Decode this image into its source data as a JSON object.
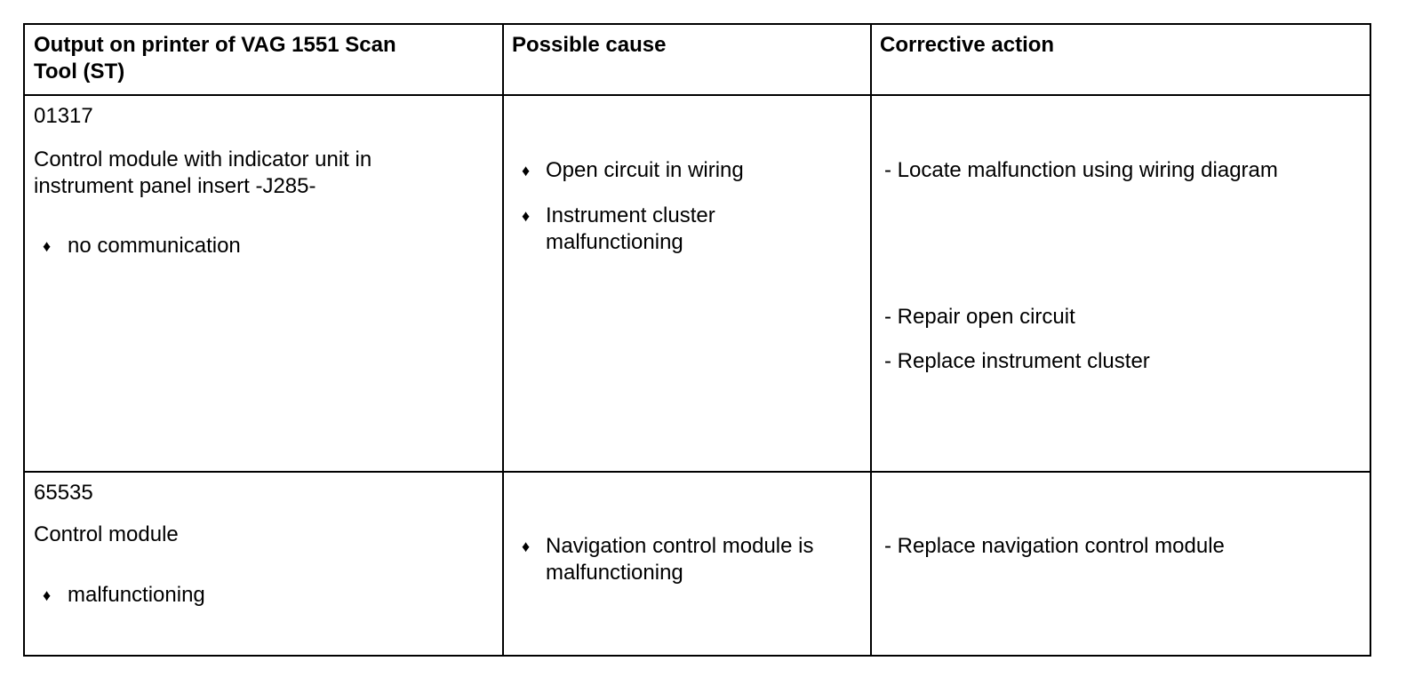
{
  "header": {
    "col1": [
      "Output on printer of VAG 1551 Scan",
      "Tool (ST)"
    ],
    "col2": "Possible cause",
    "col3": "Corrective action"
  },
  "rows": [
    {
      "code": "01317",
      "description": [
        "Control module with indicator unit in",
        "instrument panel insert -J285-"
      ],
      "condition": "no communication",
      "causes": [
        [
          "Open circuit in wiring"
        ],
        [
          "Instrument cluster",
          "malfunctioning"
        ]
      ],
      "actions": [
        "- Locate malfunction using wiring diagram",
        "- Repair open circuit",
        "- Replace instrument cluster"
      ]
    },
    {
      "code": "65535",
      "description": [
        "Control module"
      ],
      "condition": "malfunctioning",
      "causes": [
        [
          "Navigation control module is",
          "malfunctioning"
        ]
      ],
      "actions": [
        "- Replace navigation control module"
      ]
    }
  ],
  "bullet_icon": "diamond-bullet"
}
